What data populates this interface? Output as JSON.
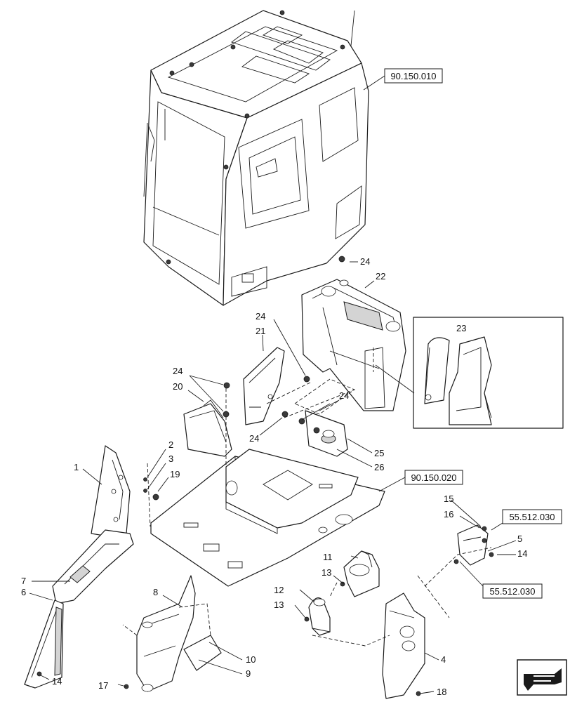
{
  "references": {
    "cab": "90.150.010",
    "floor": "90.150.020",
    "right_upper": "55.512.030",
    "right_lower": "55.512.030"
  },
  "callouts": {
    "c1": "1",
    "c2": "2",
    "c3": "3",
    "c4": "4",
    "c5": "5",
    "c6": "6",
    "c7": "7",
    "c8": "8",
    "c9": "9",
    "c10": "10",
    "c11": "11",
    "c12": "12",
    "c13a": "13",
    "c13b": "13",
    "c14a": "14",
    "c14b": "14",
    "c15": "15",
    "c16": "16",
    "c17": "17",
    "c18": "18",
    "c19": "19",
    "c20": "20",
    "c21": "21",
    "c22": "22",
    "c23": "23",
    "c24a": "24",
    "c24b": "24",
    "c24c": "24",
    "c24d": "24",
    "c24e": "24",
    "c25": "25",
    "c26": "26"
  },
  "icons": {
    "nav": "next-page-arrow-icon"
  }
}
